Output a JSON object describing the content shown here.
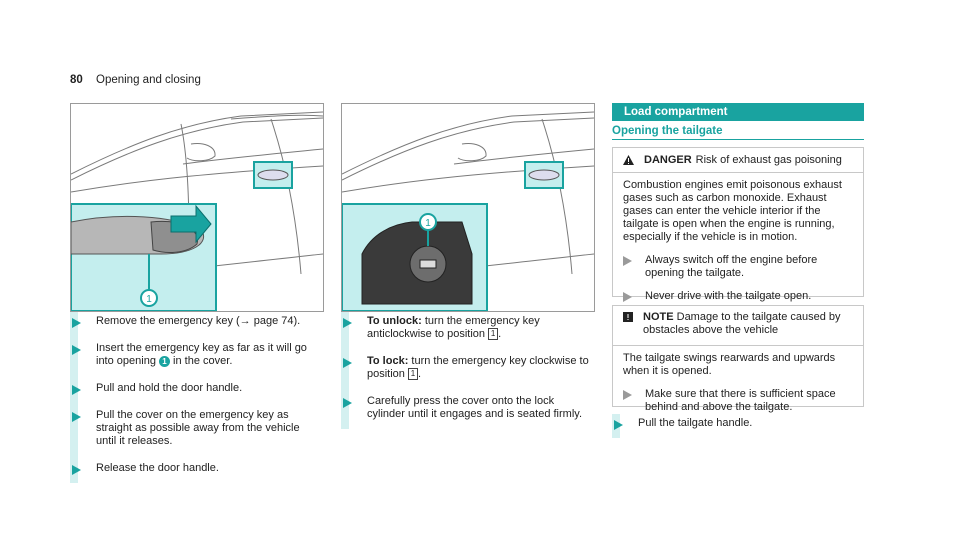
{
  "header": {
    "page_number": "80",
    "section": "Opening and closing"
  },
  "left_column": {
    "steps": [
      {
        "parts": [
          "Remove the emergency key (",
          "→",
          " page 74)."
        ]
      },
      {
        "parts": [
          "Insert the emergency key as far as it will go into opening ",
          "1",
          " in the cover."
        ]
      },
      {
        "text": "Pull and hold the door handle."
      },
      {
        "text": "Pull the cover on the emergency key as straight as possible away from the vehicle until it releases."
      },
      {
        "text": "Release the door handle."
      }
    ],
    "figure_callout": "1"
  },
  "middle_column": {
    "figure_callout": "1",
    "steps": [
      {
        "bold": "To unlock:",
        "rest": " turn the emergency key anticlockwise to position ",
        "box": "1",
        "end": "."
      },
      {
        "bold": "To lock:",
        "rest": " turn the emergency key clockwise to position ",
        "box": "1",
        "end": "."
      },
      {
        "text": "Carefully press the cover onto the lock cylinder until it engages and is seated firmly."
      }
    ]
  },
  "right_column": {
    "section_title": "Load compartment",
    "subsection_title": "Opening the tailgate",
    "danger": {
      "label": "DANGER",
      "title": "Risk of exhaust gas poisoning",
      "body": "Combustion engines emit poisonous exhaust gases such as carbon monoxide. Exhaust gases can enter the vehicle interior if the tailgate is open when the engine is running, especially if the vehicle is in motion.",
      "steps": [
        "Always switch off the engine before opening the tailgate.",
        "Never drive with the tailgate open."
      ]
    },
    "note": {
      "label": "NOTE",
      "title": "Damage to the tailgate caused by obstacles above the vehicle",
      "body": "The tailgate swings rearwards and upwards when it is opened.",
      "steps": [
        "Make sure that there is sufficient space behind and above the tailgate."
      ]
    },
    "final_step": "Pull the tailgate handle."
  },
  "colors": {
    "accent": "#19a3a0",
    "highlight_fill": "#c4eeee"
  }
}
